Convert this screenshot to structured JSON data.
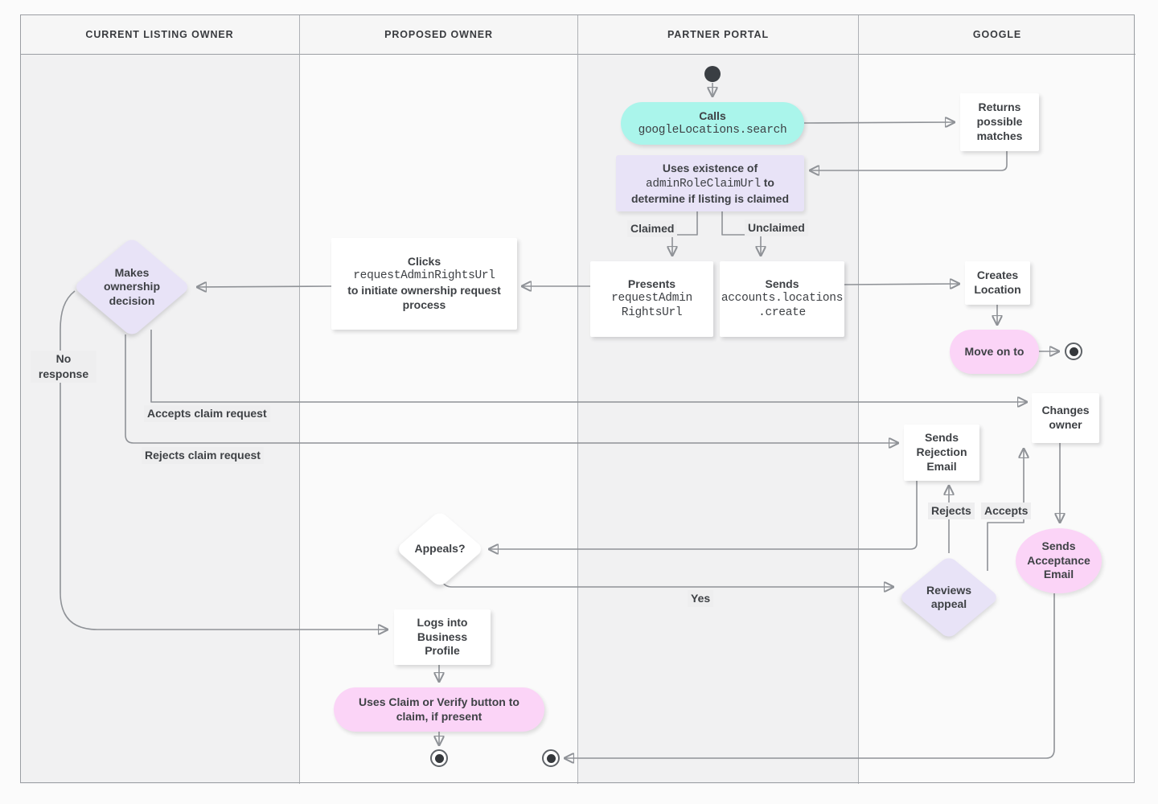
{
  "lanes": [
    {
      "label": "CURRENT LISTING OWNER"
    },
    {
      "label": "PROPOSED OWNER"
    },
    {
      "label": "PARTNER PORTAL"
    },
    {
      "label": "GOOGLE"
    }
  ],
  "colors": {
    "teal": "#aaf5eb",
    "lavender": "#e8e3f7",
    "pink": "#fbd4f7",
    "lane_gray": "#f1f1f2",
    "lane_light": "#fafafa",
    "line": "#8f9297"
  },
  "nodes": {
    "calls": {
      "title": "Calls",
      "code": "googleLocations.search"
    },
    "returns": {
      "label": "Returns possible matches"
    },
    "uses": {
      "pre": "Uses existence of",
      "code": "adminRoleClaimUrl",
      "mid": "to",
      "post": "determine if listing is claimed"
    },
    "presents": {
      "title": "Presents",
      "code_line1": "requestAdmin",
      "code_line2": "RightsUrl"
    },
    "sends_create": {
      "title": "Sends",
      "code_line1": "accounts.locations",
      "code_line2": ".create"
    },
    "clicks": {
      "title": "Clicks",
      "code": "requestAdminRightsUrl",
      "post": "to initiate ownership request process"
    },
    "decision": {
      "label": "Makes ownership decision"
    },
    "creates_location": {
      "label": "Creates Location"
    },
    "move_on": {
      "label": "Move on to"
    },
    "changes_owner": {
      "label": "Changes owner"
    },
    "sends_rejection": {
      "label": "Sends Rejection Email"
    },
    "sends_acceptance": {
      "label": "Sends Acceptance Email"
    },
    "reviews_appeal": {
      "label": "Reviews appeal"
    },
    "appeals": {
      "label": "Appeals?"
    },
    "logs_in": {
      "label": "Logs into Business Profile"
    },
    "uses_claim": {
      "label": "Uses Claim or Verify button to claim, if present"
    }
  },
  "edge_labels": {
    "claimed": "Claimed",
    "unclaimed": "Unclaimed",
    "no_response": "No response",
    "accepts_claim": "Accepts claim request",
    "rejects_claim": "Rejects claim request",
    "rejects": "Rejects",
    "accepts": "Accepts",
    "yes": "Yes"
  }
}
